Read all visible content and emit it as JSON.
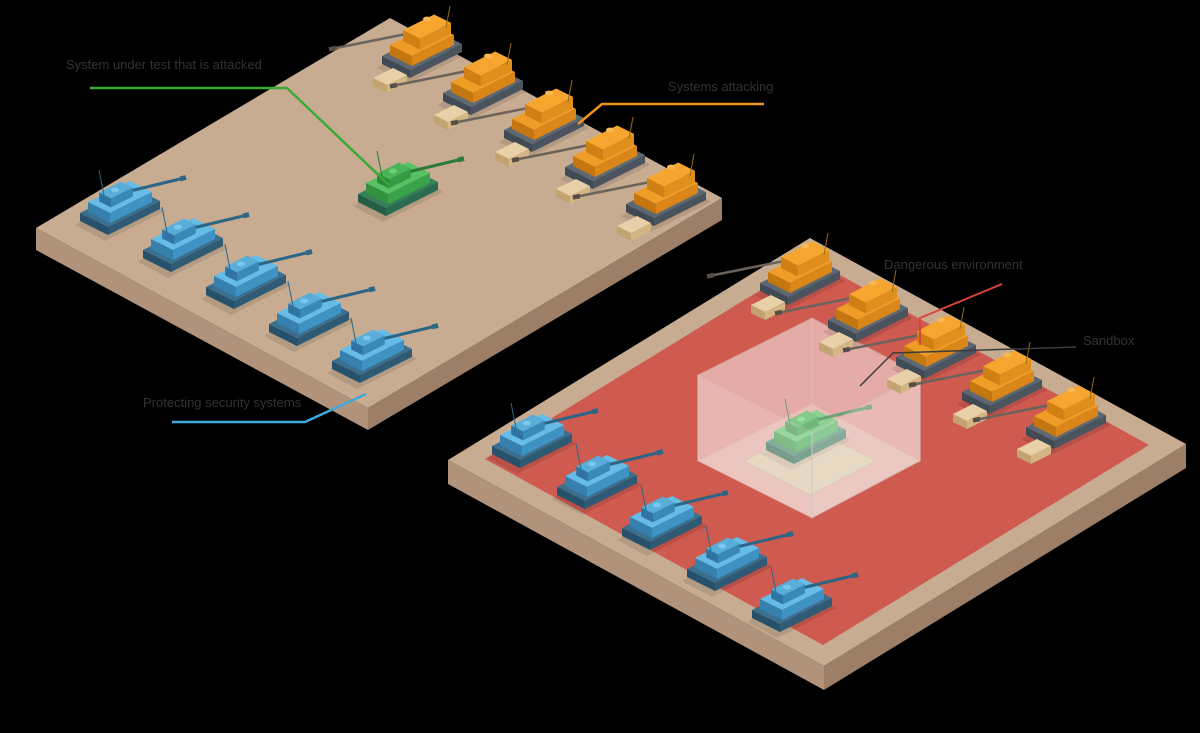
{
  "labels": {
    "system_under_test": "System under test that is attacked",
    "attacking": "Systems attacking",
    "defending": "Protecting security systems",
    "environment": "Dangerous environment",
    "sandbox": "Sandbox"
  },
  "colors": {
    "background": "#000000",
    "attacker_orange": "#f2982a",
    "defender_blue": "#41a6dc",
    "system_green": "#3fa94c",
    "danger_zone_red": "#ce5a50",
    "platform_tan": "#c8ac92",
    "leader_green": "#3aaa35",
    "leader_orange": "#f0931b",
    "leader_blue": "#3fa9dc",
    "leader_red": "#dd4338",
    "leader_dark": "#3c3c3c",
    "label_text": "#333333"
  },
  "scene": {
    "left_platform": {
      "blue_tanks": 5,
      "orange_tanks": 5,
      "green_tanks": 1
    },
    "right_platform": {
      "blue_tanks": 5,
      "orange_tanks": 5,
      "green_tanks": 1,
      "has_sandbox_cube": true,
      "has_danger_zone": true
    }
  }
}
